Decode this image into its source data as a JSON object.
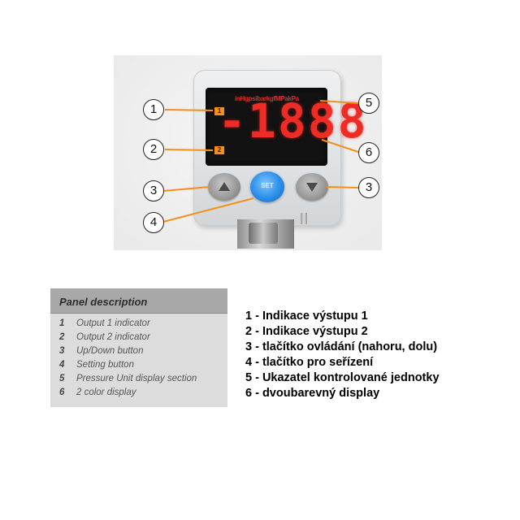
{
  "device": {
    "unit_strip": "inHgpsibarkgfMPakPa",
    "display_value": "-1888",
    "led1_label": "1",
    "led2_label": "2",
    "set_button_label": "SET"
  },
  "callouts": [
    "1",
    "2",
    "3",
    "3",
    "4",
    "5",
    "6"
  ],
  "panel": {
    "title": "Panel description",
    "rows": [
      {
        "num": "1",
        "text": "Output 1 indicator"
      },
      {
        "num": "2",
        "text": "Output 2 indicator"
      },
      {
        "num": "3",
        "text": "Up/Down button"
      },
      {
        "num": "4",
        "text": "Setting button"
      },
      {
        "num": "5",
        "text": "Pressure Unit display section"
      },
      {
        "num": "6",
        "text": "2 color display"
      }
    ]
  },
  "legend": [
    "1 - Indikace výstupu 1",
    "2 - Indikace výstupu 2",
    "3 - tlačítko ovládání (nahoru, dolu)",
    "4 - tlačítko pro seřízení",
    "5 - Ukazatel kontrolované jednotky",
    "6 - dvoubarevný display"
  ],
  "colors": {
    "callout_line": "#f39019",
    "led_red": "#ee2b25",
    "set_button_blue": "#2a8ee8"
  }
}
